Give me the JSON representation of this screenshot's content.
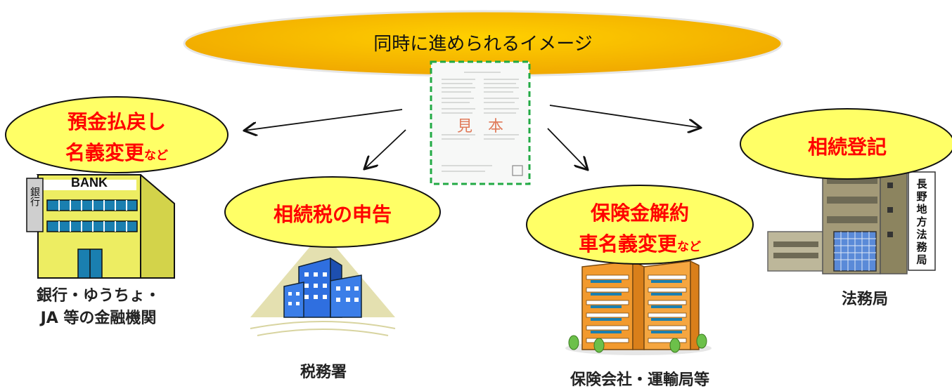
{
  "title": "同時に進められるイメージ",
  "certificate": {
    "stamp": "見　本"
  },
  "destinations": {
    "bank": {
      "bubble_line1": "預金払戻し",
      "bubble_line2_main": "名義変更",
      "bubble_line2_suffix": "など",
      "sign": "BANK",
      "side_sign": "銀行",
      "caption_line1": "銀行・ゆうちょ・",
      "caption_line2": "JA 等の金融機関"
    },
    "tax": {
      "bubble": "相続税の申告",
      "caption": "税務署"
    },
    "insurance": {
      "bubble_line1": "保険金解約",
      "bubble_line2_main": "車名義変更",
      "bubble_line2_suffix": "など",
      "caption": "保険会社・運輸局等"
    },
    "legal": {
      "bubble": "相続登記",
      "sign": [
        "長",
        "野",
        "地",
        "方",
        "法",
        "務",
        "局"
      ],
      "caption": "法務局"
    }
  },
  "colors": {
    "title_ellipse": "#f7b500",
    "bubble_fill": "#ffff66",
    "bubble_text": "#ff0000",
    "bank_building": "#e8e85a",
    "bank_windows": "#1a7fb0",
    "tax_building": "#2f6fe0",
    "insurance_building": "#f29a2e",
    "legal_building": "#a39a78",
    "certificate_border": "#22aa44"
  }
}
